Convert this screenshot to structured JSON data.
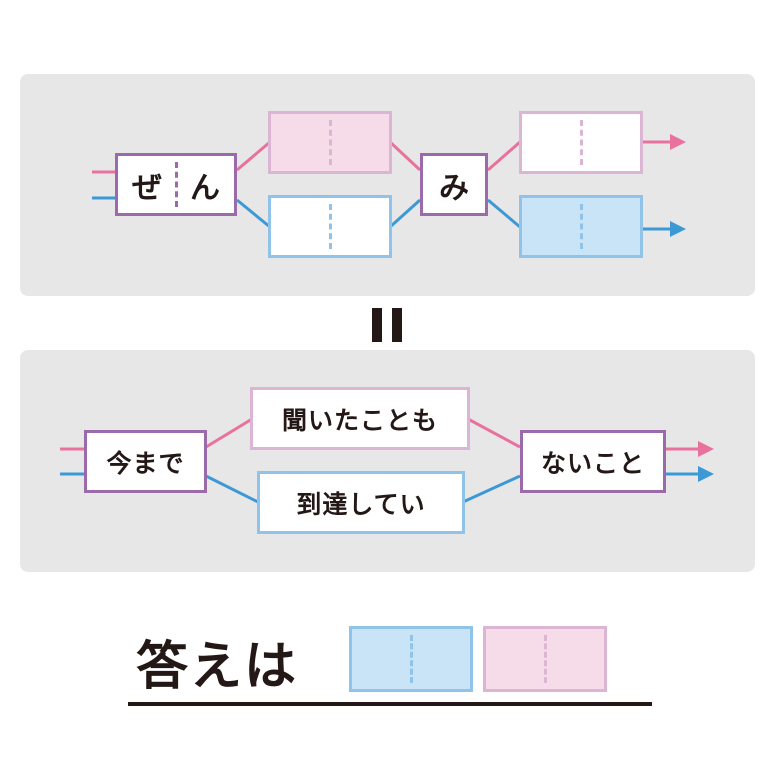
{
  "colors": {
    "pink": "#e8719e",
    "blue": "#3d99d6",
    "purple_border": "#9b6aaa",
    "pink_border": "#dcb5d4",
    "blue_border": "#8fc3ea",
    "pink_fill": "#f6dbe9",
    "blue_fill": "#c9e4f6",
    "panel": "#e8e7e8"
  },
  "puzzle": {
    "start_left": "ぜ",
    "start_right": "ん",
    "middle": "み"
  },
  "example": {
    "start": "今まで",
    "upper": "聞いたことも",
    "lower": "到達してい",
    "end": "ないこと"
  },
  "answer": {
    "label": "答えは"
  }
}
